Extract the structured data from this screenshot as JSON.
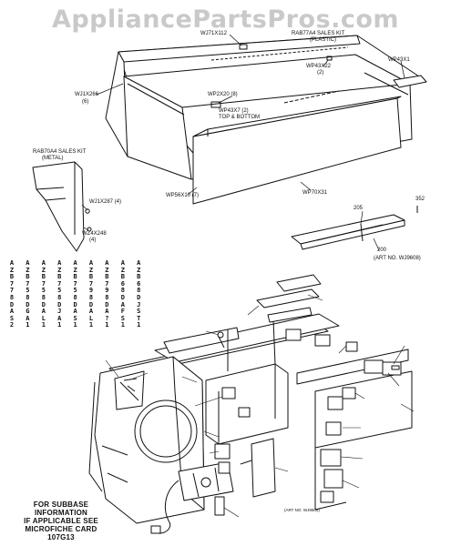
{
  "watermark": "AppliancePartsPros.com",
  "labels": {
    "kit_top_1": "RAB77A4 SALES KIT",
    "kit_top_2": "(PLASTIC)",
    "wj71x112": "WJ71X112",
    "wp43x1": "WP43X1",
    "wp43x22": "WP43X22",
    "wp43x22_qty": "(2)",
    "wj1x266": "WJ1X266",
    "wj1x266_qty": "(6)",
    "wp2x20": "WP2X20 (8)",
    "wp43x7_1": "WP43X7 (2)",
    "wp43x7_2": "TOP & BOTTOM",
    "kit_left_1": "RAB70A4 SALES KIT",
    "kit_left_2": "(METAL)",
    "wj1x287": "WJ1X287 (4)",
    "wz4x248": "WZ4X248",
    "wz4x248_qty": "(4)",
    "wp56x10": "WP56X10 (7)",
    "wp70x31": "WP70X31",
    "n205": "205",
    "n352": "352",
    "n200": "200",
    "art_no_1": "(ART NO. WJ9608)",
    "art_no_2": "(ART NO. WJ9509)"
  },
  "model_columns": [
    [
      "A",
      "Z",
      "B",
      "7",
      "7",
      "8",
      "D",
      "A",
      "S",
      "2"
    ],
    [
      "A",
      "Z",
      "B",
      "7",
      "5",
      "8",
      "D",
      "G",
      "A",
      "1"
    ],
    [
      "A",
      "Z",
      "B",
      "7",
      "5",
      "8",
      "D",
      "A",
      "L",
      "1"
    ],
    [
      "A",
      "Z",
      "B",
      "7",
      "5",
      "8",
      "D",
      "J",
      "A",
      "1"
    ],
    [
      "A",
      "Z",
      "B",
      "7",
      "5",
      "8",
      "D",
      "A",
      "S",
      "1"
    ],
    [
      "A",
      "Z",
      "B",
      "7",
      "9",
      "8",
      "D",
      "A",
      "L",
      "1"
    ],
    [
      "A",
      "Z",
      "B",
      "7",
      "9",
      "8",
      "D",
      "A",
      "?",
      "1"
    ],
    [
      "A",
      "Z",
      "B",
      "6",
      "8",
      "D",
      "A",
      "F",
      "S",
      "1"
    ],
    [
      "A",
      "Z",
      "B",
      "6",
      "8",
      "D",
      "J",
      "S",
      "T",
      "1"
    ]
  ],
  "note": {
    "line1": "FOR SUBBASE INFORMATION",
    "line2": "IF APPLICABLE SEE",
    "line3": "MICROFICHE CARD",
    "line4": "107G13"
  }
}
